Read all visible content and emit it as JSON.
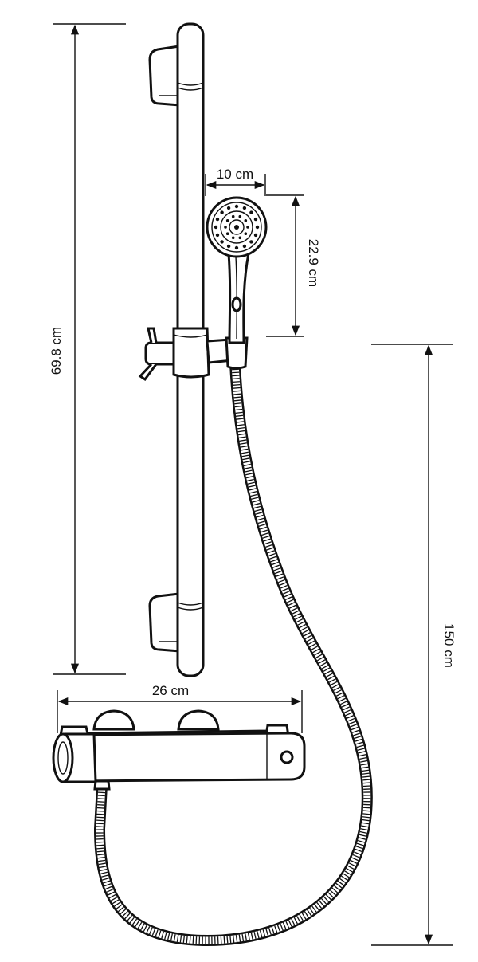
{
  "dimensions": {
    "rail_height": "69.8 cm",
    "handset_width": "10 cm",
    "handset_height": "22.9 cm",
    "total_height": "150 cm",
    "valve_width": "26 cm"
  },
  "colors": {
    "line": "#111111",
    "background": "#ffffff"
  }
}
